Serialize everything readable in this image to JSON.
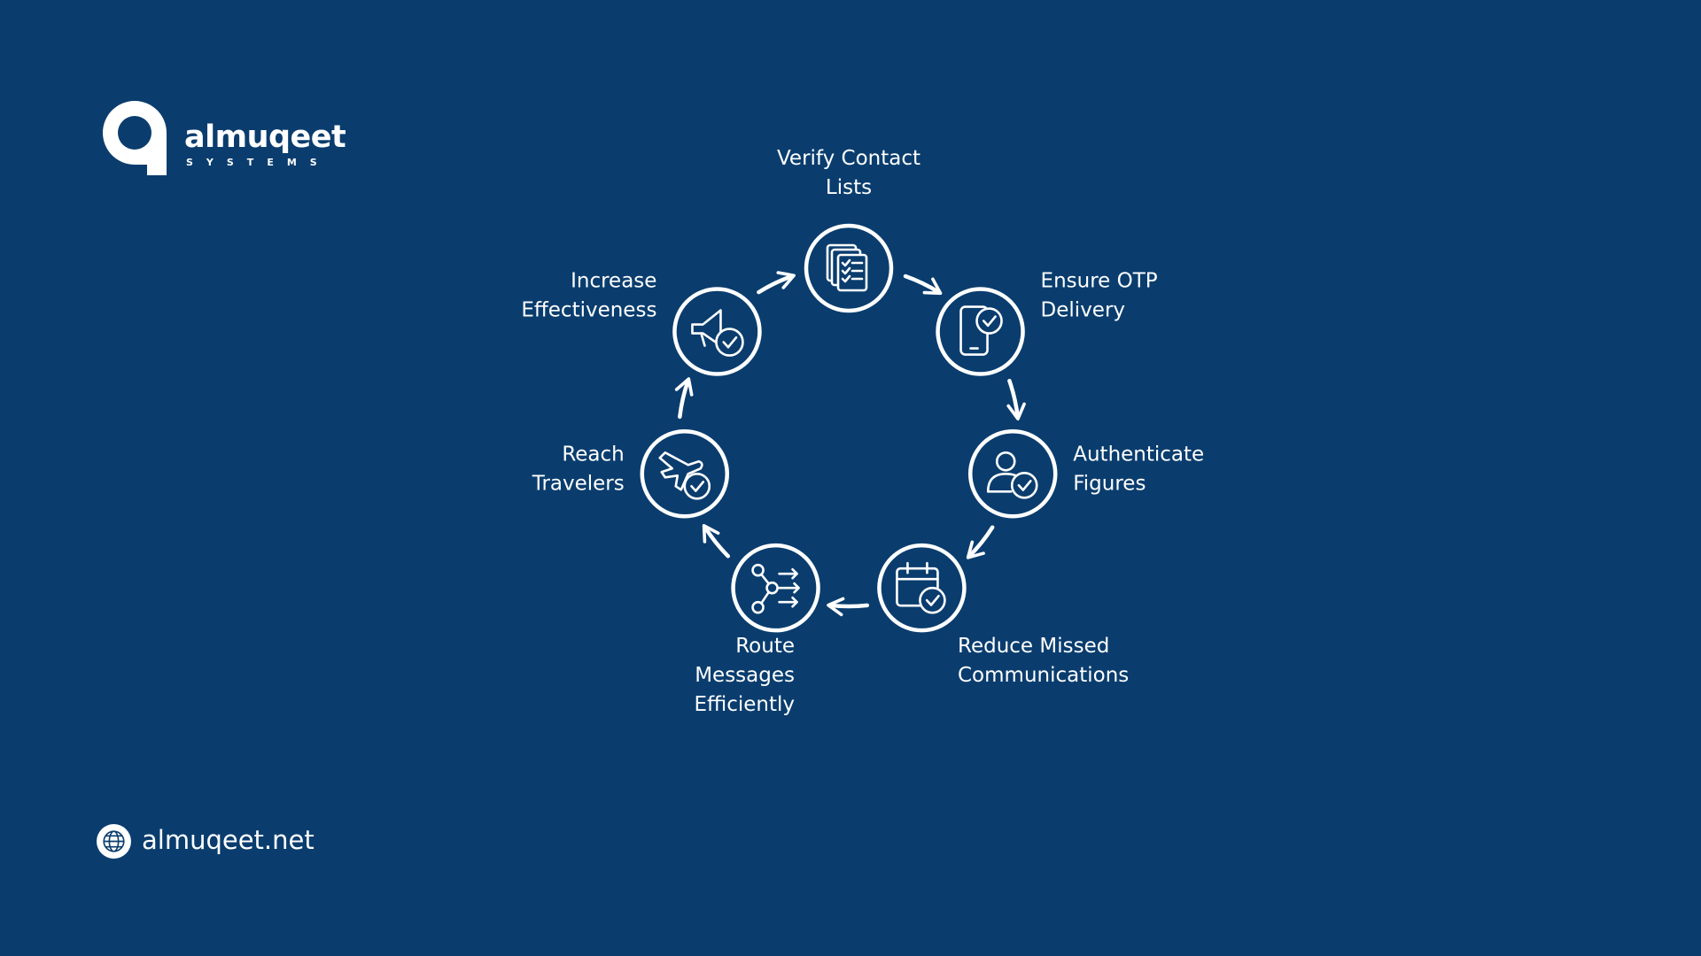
{
  "brand": {
    "name": "almuqeet",
    "tagline": "SYSTEMS",
    "website": "almuqeet.net"
  },
  "colors": {
    "background": "#0a3d6e",
    "foreground": "#ffffff"
  },
  "cycle": {
    "steps": [
      {
        "id": "verify",
        "icon": "document-checklist-icon",
        "label_lines": [
          "Verify Contact",
          "Lists"
        ]
      },
      {
        "id": "otp",
        "icon": "phone-check-icon",
        "label_lines": [
          "Ensure OTP",
          "Delivery"
        ]
      },
      {
        "id": "authenticate",
        "icon": "user-check-icon",
        "label_lines": [
          "Authenticate",
          "Figures"
        ]
      },
      {
        "id": "reduce",
        "icon": "calendar-check-icon",
        "label_lines": [
          "Reduce Missed",
          "Communications"
        ]
      },
      {
        "id": "route",
        "icon": "route-arrows-icon",
        "label_lines": [
          "Route",
          "Messages",
          "Efficiently"
        ]
      },
      {
        "id": "reach",
        "icon": "airplane-check-icon",
        "label_lines": [
          "Reach",
          "Travelers"
        ]
      },
      {
        "id": "increase",
        "icon": "megaphone-check-icon",
        "label_lines": [
          "Increase",
          "Effectiveness"
        ]
      }
    ]
  }
}
